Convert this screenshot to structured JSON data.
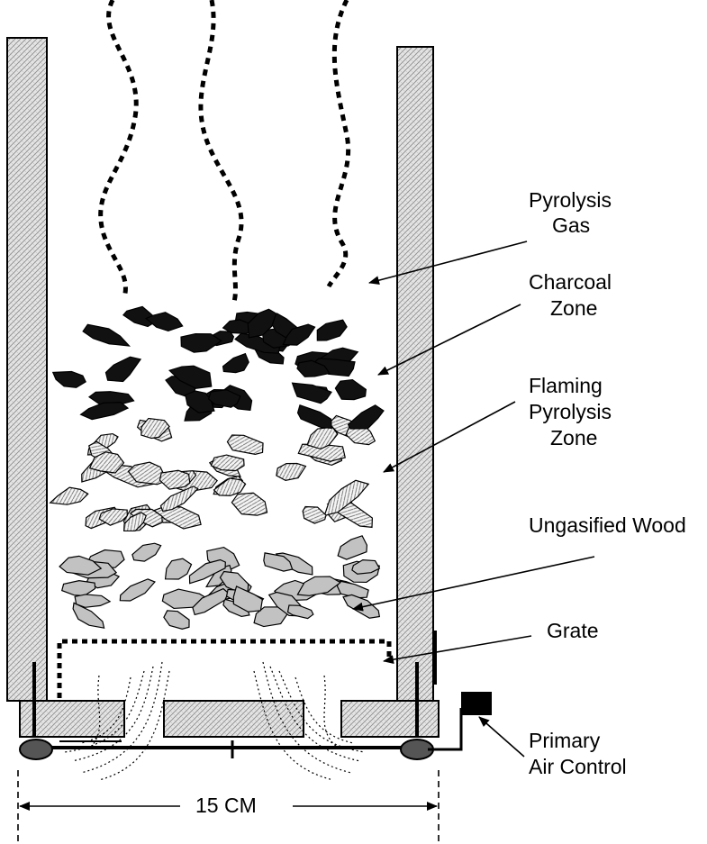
{
  "labels": {
    "pyrolysis_gas": [
      "Pyrolysis",
      "Gas"
    ],
    "charcoal_zone": [
      "Charcoal",
      "Zone"
    ],
    "flaming_zone": [
      "Flaming",
      "Pyrolysis",
      "Zone"
    ],
    "ungasified_wood": "Ungasified Wood",
    "grate": "Grate",
    "primary_air_control": [
      "Primary",
      "Air Control"
    ],
    "dimension": "15 CM"
  },
  "colors": {
    "ink": "#000000",
    "wall_fill": "#e4e4e4",
    "wood_fill": "#c2c2c2",
    "charcoal_fill": "#111111",
    "flaming_fill": "#f4f4f4"
  },
  "icons": {
    "gas_wisp": "dotted-wavy-line",
    "charcoal_piece": "black-chunk",
    "flaming_piece": "hatched-chunk",
    "wood_piece": "gray-chunk",
    "air_valve": "black-knob"
  }
}
